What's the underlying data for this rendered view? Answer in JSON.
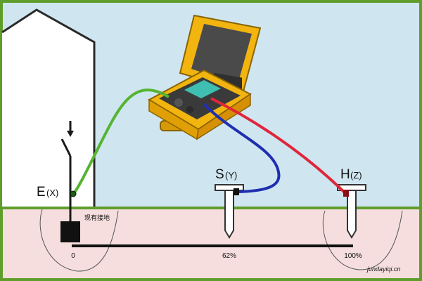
{
  "labels": {
    "e": "E",
    "e_sub": "(X)",
    "s": "S",
    "s_sub": "(Y)",
    "h": "H",
    "h_sub": "(Z)",
    "existing_ground": "现有接地"
  },
  "scale": {
    "start": "0",
    "middle": "62%",
    "end": "100%"
  },
  "watermark": "jundayiqi.cn",
  "colors": {
    "sky": "#cfe6f1",
    "ground": "#f6dede",
    "border_green": "#5f9e2a",
    "lead_green": "#56b431",
    "lead_blue": "#1f2fb0",
    "lead_red": "#e0263a",
    "device_yellow": "#f2b40f",
    "device_screen": "#4a4a4a",
    "device_lcd": "#3fbfb2"
  },
  "icons": {
    "building": "building-outline-icon",
    "switch": "switch-icon",
    "electrode": "ground-electrode-icon",
    "meter": "earth-resistance-tester-icon"
  }
}
